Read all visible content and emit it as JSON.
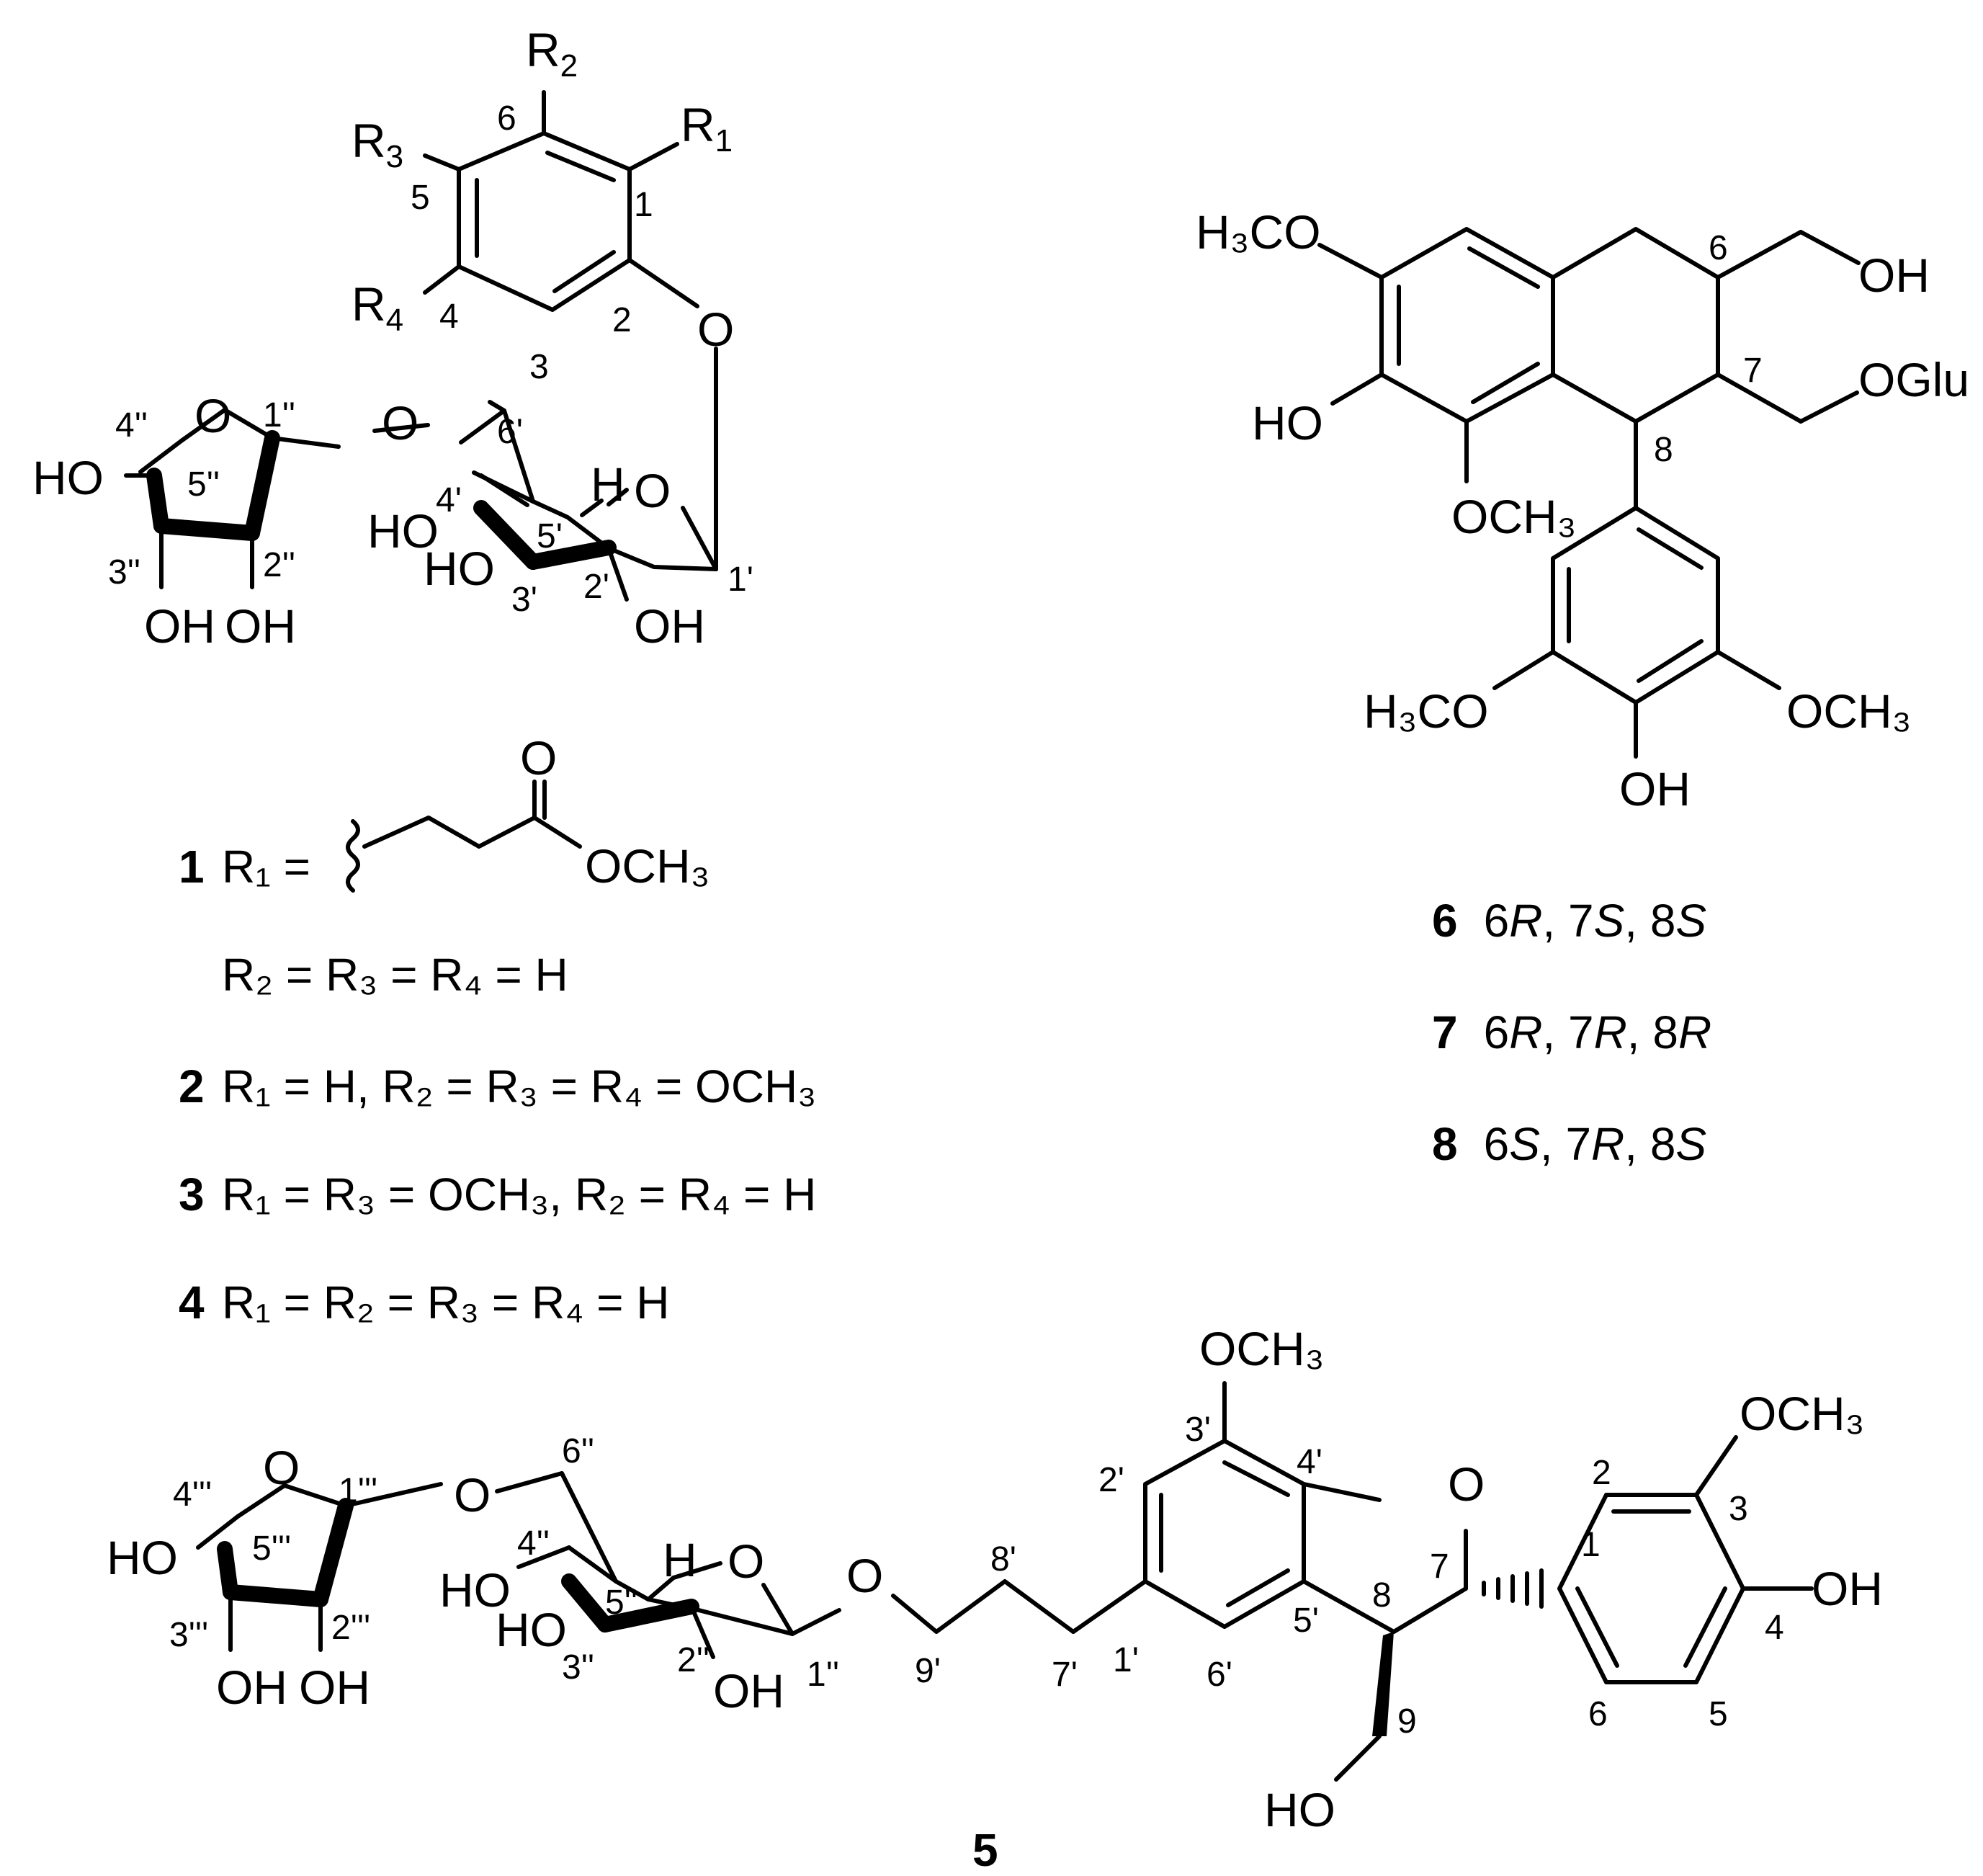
{
  "s1": {
    "sub": {
      "r1": "R",
      "r1i": "1",
      "r2": "R",
      "r2i": "2",
      "r3": "R",
      "r3i": "3",
      "r4": "R",
      "r4i": "4",
      "o_aryl": "O",
      "o_link": "O",
      "o_ring": "O",
      "o_fur": "O",
      "h5p": "H",
      "ho4p": "HO",
      "ho3p": "HO",
      "oh2p": "OH",
      "ho5pp": "HO",
      "oh3pp": "OH",
      "oh2pp": "OH",
      "l1": "1",
      "l2": "2",
      "l3": "3",
      "l4": "4",
      "l5": "5",
      "l6": "6",
      "l1p": "1'",
      "l2p": "2'",
      "l3p": "3'",
      "l4p": "4'",
      "l5p": "5'",
      "l6p": "6'",
      "l1pp": "1''",
      "l2pp": "2''",
      "l3pp": "3''",
      "l4pp": "4''",
      "l5pp": "5''"
    },
    "defs": [
      {
        "num": "1",
        "line": "R₁ = ",
        "tail": "OCH₃",
        "o": "O"
      },
      {
        "num": "",
        "line": "R₂ = R₃ = R₄ = H"
      },
      {
        "num": "2",
        "line": "R₁ = H, R₂ = R₃ = R₄ = OCH₃"
      },
      {
        "num": "3",
        "line": "R₁ = R₃ = OCH₃,  R₂ = R₄ = H"
      },
      {
        "num": "4",
        "line": "R₁ = R₂ = R₃ = R₄ = H"
      }
    ]
  },
  "s2": {
    "labels": {
      "h3co_top": "H₃CO",
      "oh_top": "OH",
      "oglu": "OGlu",
      "ho_left": "HO",
      "och3_mid": "OCH₃",
      "h3co_bot": "H₃CO",
      "och3_right": "OCH₃",
      "oh_bot": "OH",
      "l6": "6",
      "l7": "7",
      "l8": "8"
    },
    "configs": [
      {
        "num": "6",
        "c1": "6",
        "s1": "R",
        "c2": ", 7",
        "s2": "S",
        "c3": ", 8",
        "s3": "S"
      },
      {
        "num": "7",
        "c1": "6",
        "s1": "R",
        "c2": ", 7",
        "s2": "R",
        "c3": ", 8",
        "s3": "R"
      },
      {
        "num": "8",
        "c1": "6",
        "s1": "S",
        "c2": ", 7",
        "s2": "R",
        "c3": ", 8",
        "s3": "S"
      }
    ]
  },
  "s3": {
    "labels": {
      "och3_top": "OCH₃",
      "och3_right": "OCH₃",
      "oh_right": "OH",
      "ho_bot": "HO",
      "o_dhb": "O",
      "o_gly": "O",
      "o_ring": "O",
      "o_link": "O",
      "o_fur": "O",
      "h5pp": "H",
      "ho4pp": "HO",
      "ho3pp": "HO",
      "oh2pp": "OH",
      "ho5ppp": "HO",
      "oh3ppp": "OH",
      "oh2ppp": "OH",
      "l1": "1",
      "l2": "2",
      "l3": "3",
      "l4": "4",
      "l5": "5",
      "l6": "6",
      "l7": "7",
      "l8": "8",
      "l9": "9",
      "l1p": "1'",
      "l2p": "2'",
      "l3p": "3'",
      "l4p": "4'",
      "l5p": "5'",
      "l6p": "6'",
      "l7p": "7'",
      "l8p": "8'",
      "l9p": "9'",
      "l1pp": "1''",
      "l2pp": "2''",
      "l3pp": "3''",
      "l4pp": "4''",
      "l5pp": "5''",
      "l6pp": "6''",
      "l1ppp": "1'''",
      "l2ppp": "2'''",
      "l3ppp": "3'''",
      "l4ppp": "4'''",
      "l5ppp": "5'''"
    },
    "compound": "5"
  }
}
